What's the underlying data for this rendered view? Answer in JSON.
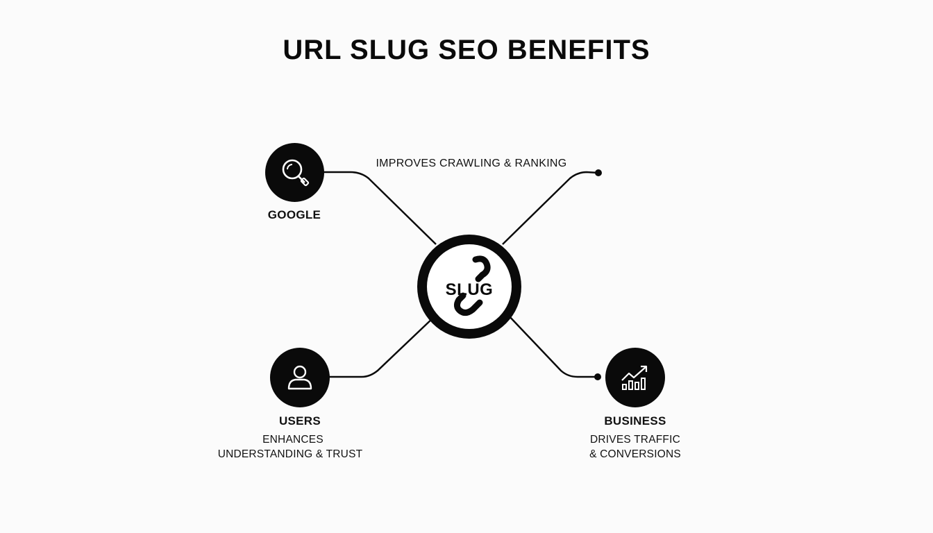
{
  "title": "URL SLUG SEO BENEFITS",
  "center": {
    "label": "SLUG",
    "icon": "chain-link-icon"
  },
  "nodes": {
    "google": {
      "label": "GOOGLE",
      "icon": "magnifying-glass-icon"
    },
    "users": {
      "label": "USERS",
      "icon": "person-icon",
      "desc_line1": "ENHANCES",
      "desc_line2": "UNDERSTANDING & TRUST"
    },
    "business": {
      "label": "BUSINESS",
      "icon": "growth-chart-icon",
      "desc_line1": "DRIVES TRAFFIC",
      "desc_line2": "& CONVERSIONS"
    }
  },
  "top_caption": "IMPROVES CRAWLING & RANKING",
  "colors": {
    "ink": "#0a0a0a",
    "background": "#fbfbfb"
  }
}
